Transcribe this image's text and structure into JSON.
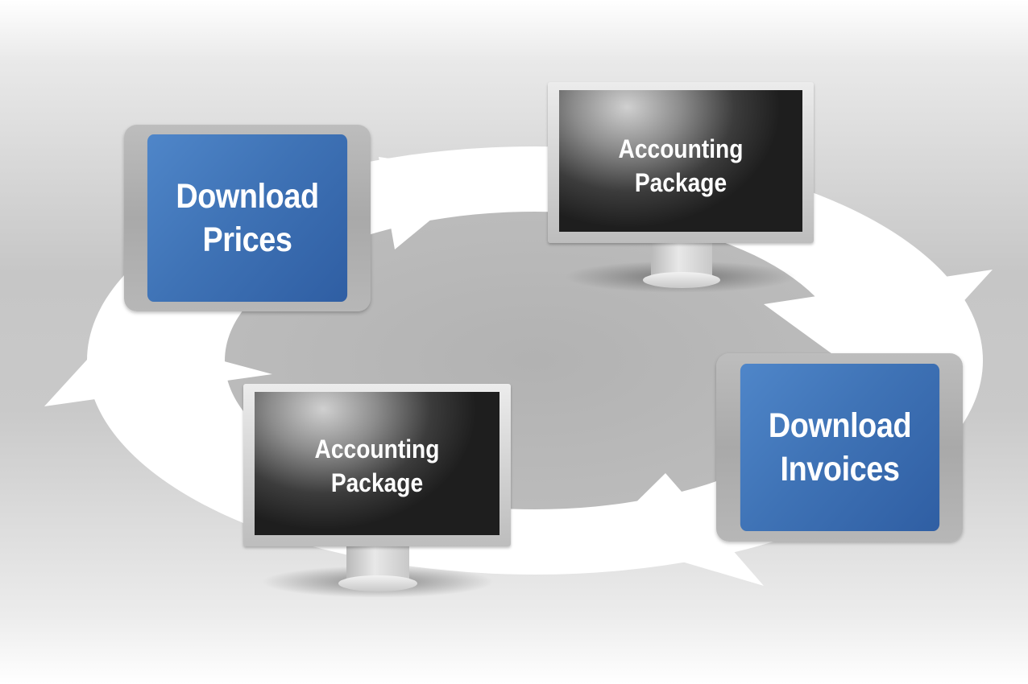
{
  "diagram": {
    "nodes": [
      {
        "id": "download-prices",
        "kind": "tile",
        "label_lines": [
          "Download",
          "Prices"
        ]
      },
      {
        "id": "accounting-package-top",
        "kind": "monitor",
        "label_lines": [
          "Accounting",
          "Package"
        ]
      },
      {
        "id": "download-invoices",
        "kind": "tile",
        "label_lines": [
          "Download",
          "Invoices"
        ]
      },
      {
        "id": "accounting-package-bottom",
        "kind": "monitor",
        "label_lines": [
          "Accounting",
          "Package"
        ]
      }
    ],
    "cycle_arrows": 4,
    "colors": {
      "tile_blue": "#3f73b6",
      "arrow_white": "#ffffff",
      "monitor_screen": "#1e1e1e",
      "frame_gray": "#b0b0b0"
    }
  }
}
